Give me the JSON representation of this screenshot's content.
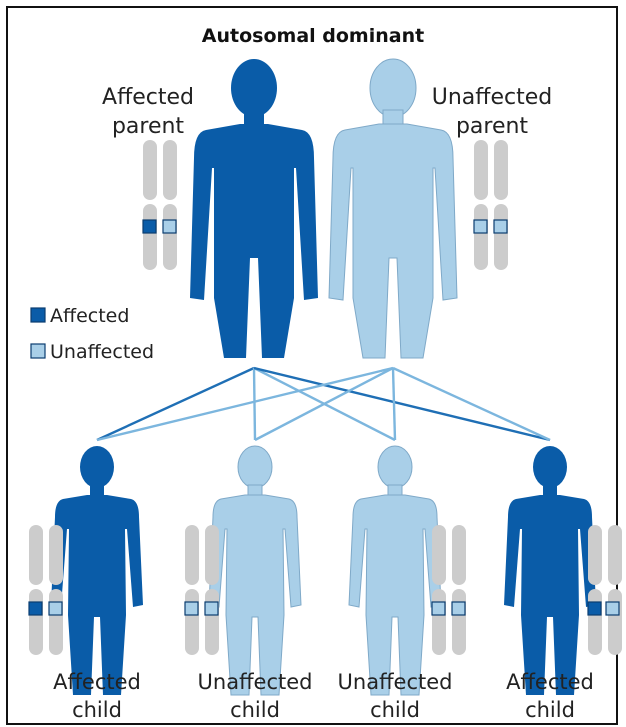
{
  "title": "Autosomal dominant",
  "colors": {
    "affected": "#0a5ca8",
    "unaffected": "#a9cfe8",
    "chromosome": "#cccccc",
    "line_affected": "#1f6fb5",
    "line_unaffected": "#7cb6de"
  },
  "parents": {
    "left": {
      "label_line1": "Affected",
      "label_line2": "parent",
      "status": "affected"
    },
    "right": {
      "label_line1": "Unaffected",
      "label_line2": "parent",
      "status": "unaffected"
    }
  },
  "legend": {
    "affected": "Affected",
    "unaffected": "Unaffected"
  },
  "children": [
    {
      "label_line1": "Affected",
      "label_line2": "child",
      "status": "affected"
    },
    {
      "label_line1": "Unaffected",
      "label_line2": "child",
      "status": "unaffected"
    },
    {
      "label_line1": "Unaffected",
      "label_line2": "child",
      "status": "unaffected"
    },
    {
      "label_line1": "Affected",
      "label_line2": "child",
      "status": "affected"
    }
  ]
}
